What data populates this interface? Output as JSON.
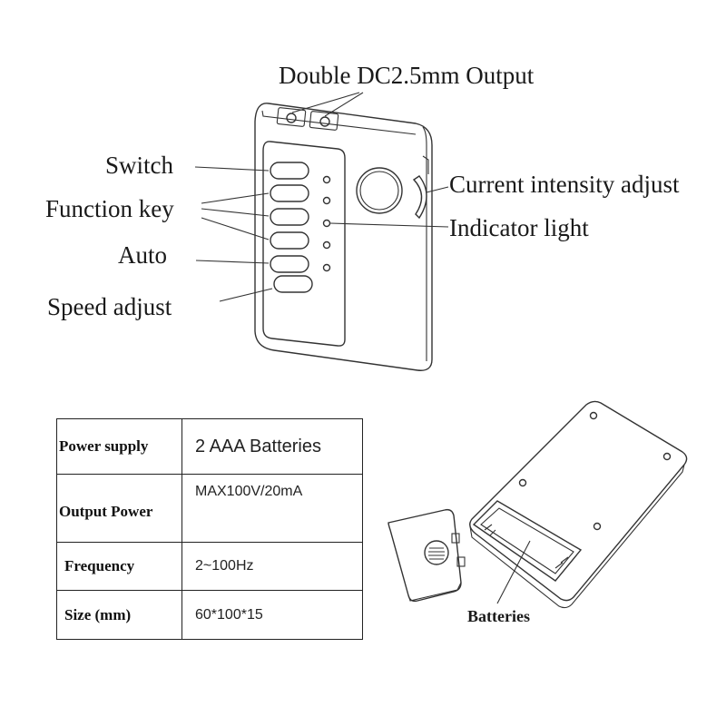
{
  "callouts": {
    "output": "Double DC2.5mm Output",
    "switch": "Switch",
    "function_key": "Function key",
    "auto": "Auto",
    "speed_adjust": "Speed adjust",
    "current_intensity": "Current intensity adjust",
    "indicator_light": "Indicator light",
    "batteries": "Batteries"
  },
  "specs": {
    "rows": [
      {
        "label": "Power supply",
        "value": "2 AAA Batteries"
      },
      {
        "label": "Output Power",
        "value": "MAX100V/20mA"
      },
      {
        "label": "Frequency",
        "value": "2~100Hz"
      },
      {
        "label": "Size (mm)",
        "value": "60*100*15"
      }
    ]
  }
}
